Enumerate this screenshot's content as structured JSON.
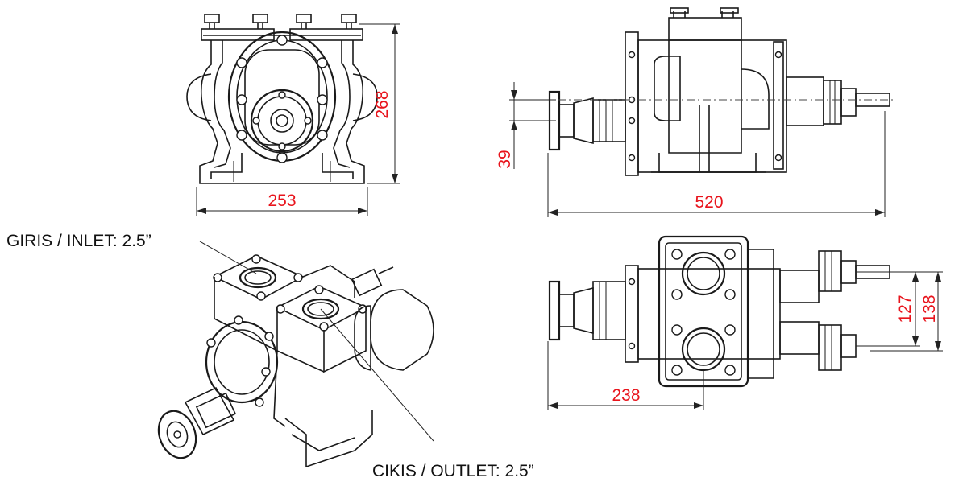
{
  "dimensions": {
    "front_width": "253",
    "front_height": "268",
    "side_length": "520",
    "side_shaft": "39",
    "top_offset": "238",
    "top_port_spacing_inner": "127",
    "top_port_spacing_outer": "138"
  },
  "labels": {
    "inlet": "GIRIS / INLET: 2.5”",
    "outlet": "CIKIS / OUTLET: 2.5”"
  },
  "colors": {
    "dimension_text": "#e8141c",
    "line": "#1a1a1a"
  }
}
